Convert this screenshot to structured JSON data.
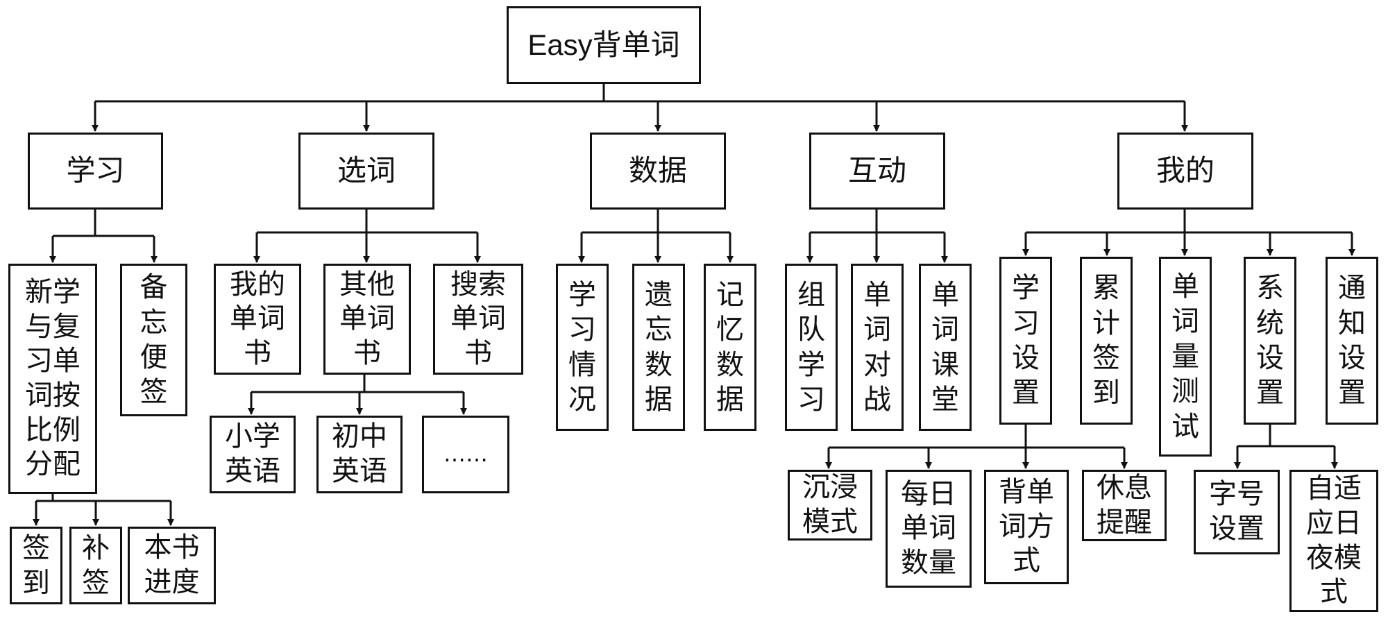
{
  "diagram": {
    "root": "Easy背单词",
    "categories": {
      "study": "学习",
      "select": "选词",
      "data": "数据",
      "interact": "互动",
      "mine": "我的"
    },
    "study": {
      "new_review": "新学与复习单词按比例分配",
      "memo": "备忘便签",
      "checkin": "签到",
      "makeup": "补签",
      "progress": "本书进度"
    },
    "select": {
      "my_books": "我的单词书",
      "other_books": "其他单词书",
      "search_books": "搜索单词书",
      "primary": "小学英语",
      "junior": "初中英语",
      "more": "……"
    },
    "data": {
      "situation": "学习情况",
      "forget": "遗忘数据",
      "memory": "记忆数据"
    },
    "interact": {
      "team": "组队学习",
      "battle": "单词对战",
      "classroom": "单词课堂"
    },
    "mine": {
      "study_settings": "学习设置",
      "cumulative": "累计签到",
      "vocab_test": "单词量测试",
      "system_settings": "系统设置",
      "notify_settings": "通知设置",
      "immersive": "沉浸模式",
      "daily_count": "每日单词数量",
      "method": "背单词方式",
      "rest_reminder": "休息提醒",
      "font_size": "字号设置",
      "day_night": "自适应日夜模式"
    }
  }
}
